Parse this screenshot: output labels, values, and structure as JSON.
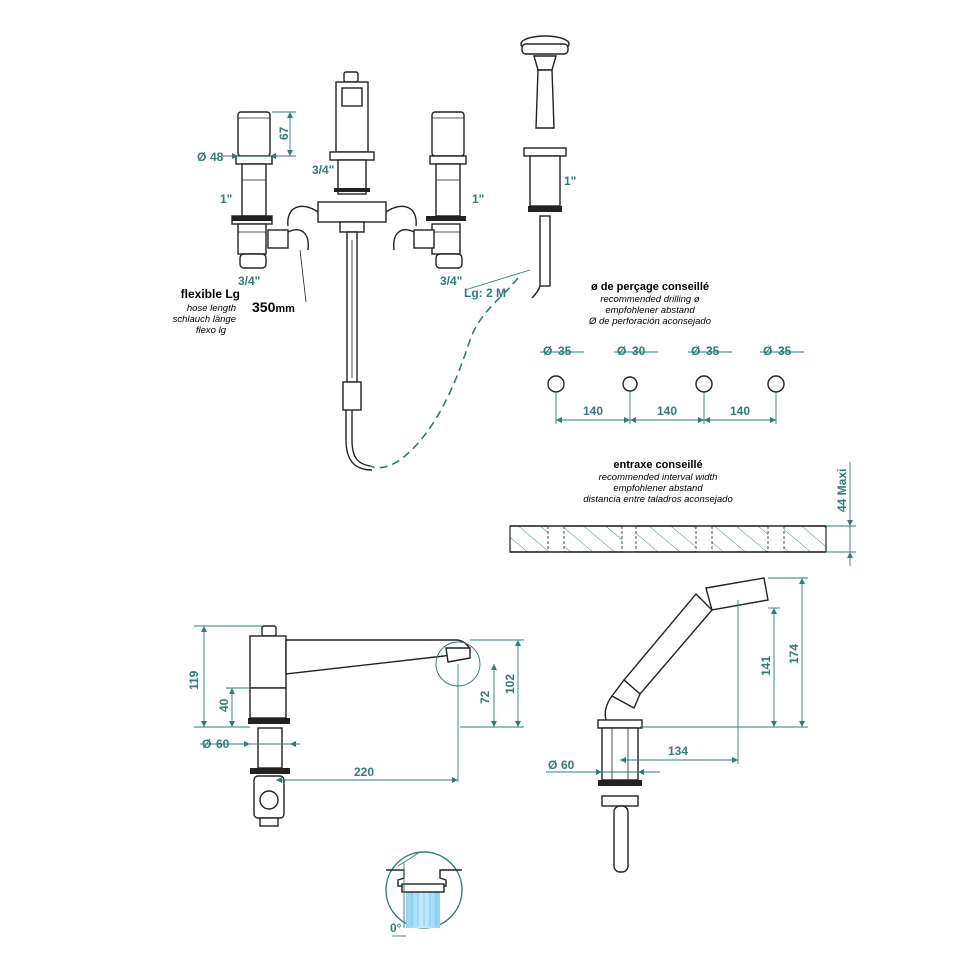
{
  "top_labels": {
    "dia_48": "48",
    "h_67": "67",
    "thread_1_left": "1\"",
    "thread_1_right": "1\"",
    "thread_1_shower": "1\"",
    "thread_34_center": "3/4\"",
    "thread_34_left": "3/4\"",
    "thread_34_right": "3/4\"",
    "hose_lg": "Lg: 2 M"
  },
  "flexible": {
    "title": "flexible Lg",
    "lines": [
      "hose length",
      "schlauch länge",
      "flexo lg"
    ],
    "length": "350",
    "unit": "mm"
  },
  "drilling": {
    "title": "ø de perçage conseillé",
    "lines": [
      "recommended drilling ø",
      "empfohlener abstand",
      "Ø de perforación aconsejado"
    ],
    "diameters": [
      "35",
      "30",
      "35",
      "35"
    ],
    "spacings": [
      "140",
      "140",
      "140"
    ]
  },
  "interval": {
    "title": "entraxe conseillé",
    "lines": [
      "recommended interval width",
      "empfohlener abstand",
      "distancia entre taladros aconsejado"
    ],
    "max_label": "44 Maxi"
  },
  "spout": {
    "h119": "119",
    "h40": "40",
    "h72": "72",
    "h102": "102",
    "dia60": "60",
    "reach220": "220"
  },
  "shower": {
    "h141": "141",
    "h174": "174",
    "dia60": "60",
    "w134": "134"
  },
  "detail": {
    "angle": "0°"
  },
  "symbols": {
    "diameter": "Ø"
  }
}
